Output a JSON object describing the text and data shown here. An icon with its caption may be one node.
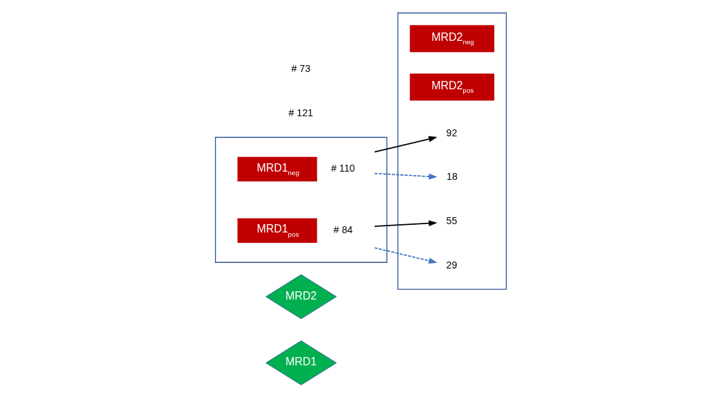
{
  "diagram": {
    "nodes": [
      {
        "text": [
          "MRD1"
        ]
      },
      {
        "text": [
          "MRD2"
        ]
      },
      {
        "text": [],
        "shape": "box"
      },
      {
        "text": [
          "MRD1$_{neg}$"
        ],
        "in": 2,
        "beside": [
          "# 110"
        ]
      },
      {
        "text": [
          "MRD1$_{pos}$"
        ],
        "in": 2,
        "beside": [
          "# 84"
        ]
      },
      {
        "text": [],
        "shape": "box"
      },
      {
        "text": [
          "MRD2$_{neg}$"
        ],
        "in": 5
      },
      {
        "text": [
          "MRD2$_{pos}$"
        ],
        "in": 5
      },
      {
        "text": [
          "92"
        ],
        "in": 5
      },
      {
        "text": [
          "29"
        ],
        "in": 5
      },
      {
        "text": [
          "18"
        ],
        "in": 5
      },
      {
        "text": [
          "55"
        ],
        "in": 5
      }
    ],
    "edges": [
      {
        "from": 3,
        "to": 8,
        "arrow": "to"
      },
      {
        "from": 3,
        "to": 10,
        "arrow": "to",
        "style": "dashed",
        "color": "#4472c4"
      },
      {
        "from": 4,
        "to": 9,
        "arrow": "to",
        "style": "dashed",
        "color": "#4472c4"
      },
      {
        "from": 4,
        "to": 11,
        "arrow": "to"
      }
    ],
    "labels": [
      "# 121",
      "# 73"
    ]
  }
}
